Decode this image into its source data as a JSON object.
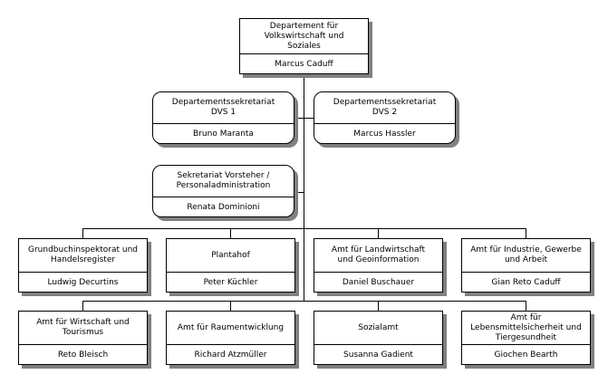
{
  "colors": {
    "line": "#000000",
    "box_fill": "#ffffff",
    "shadow": "#808080"
  },
  "top": {
    "title": "Departement für\nVolkswirtschaft und\nSoziales",
    "person": "Marcus Caduff"
  },
  "staff": [
    {
      "title": "Departementssekretariat\nDVS 1",
      "person": "Bruno Maranta"
    },
    {
      "title": "Departementssekretariat\nDVS 2",
      "person": "Marcus Hassler"
    },
    {
      "title": "Sekretariat Vorsteher /\nPersonaladministration",
      "person": "Renata Dominioni"
    }
  ],
  "row1": [
    {
      "title": "Grundbuchinspektorat und\nHandelsregister",
      "person": "Ludwig Decurtins"
    },
    {
      "title": "Plantahof",
      "person": "Peter Küchler"
    },
    {
      "title": "Amt für Landwirtschaft\nund Geoinformation",
      "person": "Daniel Buschauer"
    },
    {
      "title": "Amt für Industrie, Gewerbe\nund Arbeit",
      "person": "Gian Reto Caduff"
    }
  ],
  "row2": [
    {
      "title": "Amt für Wirtschaft und\nTourismus",
      "person": "Reto Bleisch"
    },
    {
      "title": "Amt für Raumentwicklung",
      "person": "Richard Atzmüller"
    },
    {
      "title": "Sozialamt",
      "person": "Susanna Gadient"
    },
    {
      "title": "Amt für\nLebensmittelsicherheit und\nTiergesundheit",
      "person": "Giochen Bearth"
    }
  ]
}
